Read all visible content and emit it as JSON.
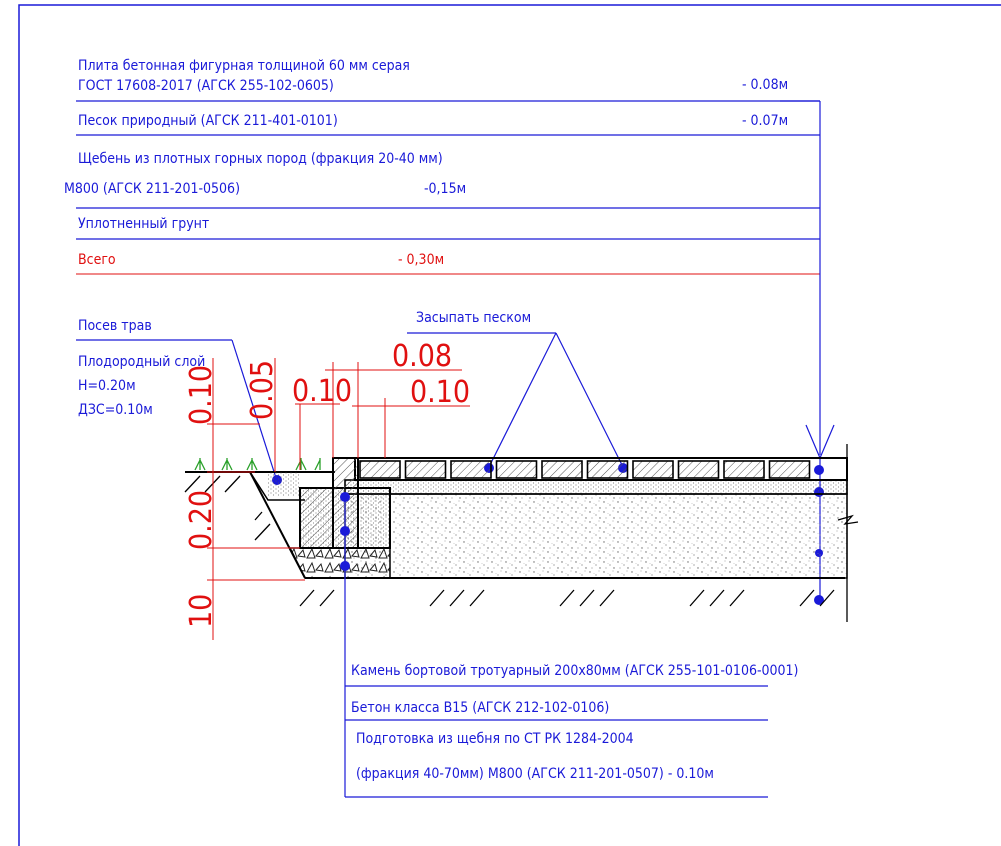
{
  "layers_table": {
    "row1_line1": "Плита бетонная фигурная толщиной 60 мм серая",
    "row1_line2": "ГОСТ 17608-2017 (АГСК 255-102-0605)",
    "row1_value": "- 0.08м",
    "row2_text": "Песок природный (АГСК 211-401-0101)",
    "row2_value": "- 0.07м",
    "row3_line1": "Щебень из плотных горных пород  (фракция 20-40 мм)",
    "row3_line2": "М800  (АГСК 211-201-0506)",
    "row3_value": "-0,15м",
    "row4_text": "Уплотненный грунт",
    "total_label": "Всего",
    "total_value": "- 0,30м"
  },
  "left_labels": {
    "grass_sowing": "Посев трав",
    "fertile_layer": "Плодородный слой",
    "h_value": "Н=0.20м",
    "dzs_value": "ДЗС=0.10м"
  },
  "fill_sand_label": "Засыпать песком",
  "dimensions": {
    "d010_vert": "0.10",
    "d005_vert": "0.05",
    "d010_h1": "0.10",
    "d008": "0.08",
    "d010_h2": "0.10",
    "d020_vert": "0.20",
    "d10_vert": "10"
  },
  "bottom_table": {
    "curb_stone": "Камень бортовой тротуарный 200х80мм (АГСК 255-101-0106-0001)",
    "concrete": "Бетон класса В15 (АГСК 212-102-0106)",
    "prep_line1": "Подготовка из щебня по СТ РК 1284-2004",
    "prep_line2": "(фракция 40-70мм) М800  (АГСК 211-201-0507) - 0.10м"
  },
  "colors": {
    "leader": "#1a1ad8",
    "dimension": "#e01010",
    "frame": "#1a1ad8"
  }
}
